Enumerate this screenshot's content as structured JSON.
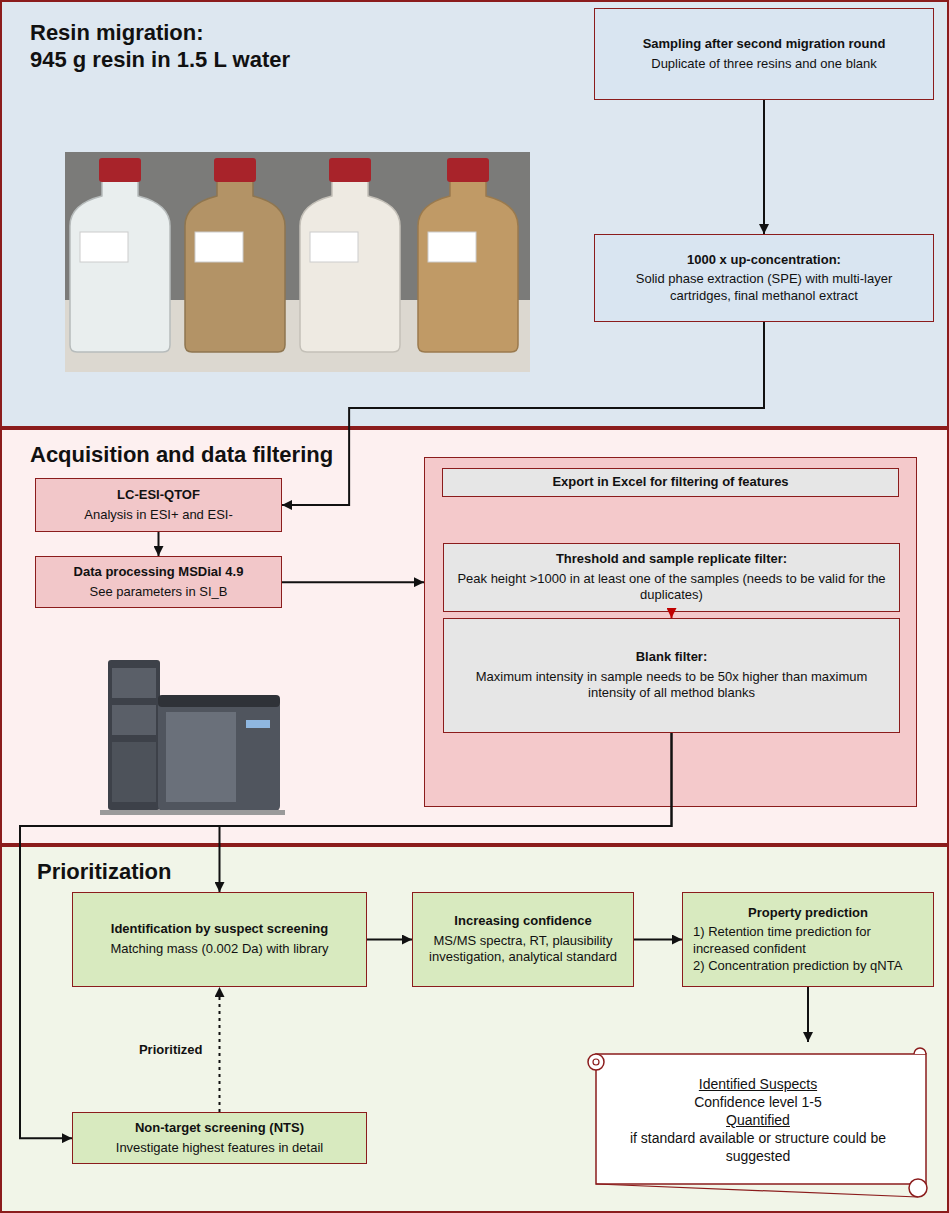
{
  "diagram": {
    "nodes": [
      {
        "text": [
          "Resin migration:",
          "945 g resin in 1.5 L water"
        ]
      },
      {
        "text": [
          "Sampling after second migration round",
          "Duplicate of three resins and one blank"
        ],
        "in": 0
      },
      {
        "text": [
          "1000 x up-concentration:",
          "Solid phase extraction (SPE) with multi-layer cartridges, final methanol extract"
        ],
        "in": 0
      },
      {
        "text": [
          "Acquisition and data filtering"
        ]
      },
      {
        "text": [
          "LC-ESI-QTOF",
          "Analysis in ESI+ and ESI-"
        ],
        "in": 3
      },
      {
        "text": [
          "Data processing MSDial 4.9",
          "See parameters in SI_B"
        ],
        "in": 3
      },
      {
        "text": [
          "Export in Excel for filtering of features"
        ],
        "in": 3
      },
      {
        "text": [
          "Threshold and sample replicate filter:",
          "Peak height >1000 in at least one of the samples (needs to be valid for the duplicates)"
        ],
        "in": 6
      },
      {
        "text": [
          "Blank filter:",
          "Maximum intensity in sample needs to be 50x higher than maximum intensity of all method blanks"
        ],
        "in": 6
      },
      {
        "text": [
          "Prioritization"
        ]
      },
      {
        "text": [
          "Identification by suspect screening",
          "Matching mass (0.002 Da) with library"
        ],
        "in": 9
      },
      {
        "text": [
          "Increasing confidence",
          "MS/MS spectra, RT, plausibility investigation, analytical standard"
        ],
        "in": 9
      },
      {
        "text": [
          "Property prediction",
          "1) Retention time prediction for increased confident",
          "2) Concentration prediction by qNTA"
        ],
        "in": 9
      },
      {
        "text": [
          "Identified Suspects",
          "Confidence level 1-5",
          "Quantified",
          "if standard available or structure could be suggested"
        ],
        "in": 9
      },
      {
        "text": [
          "Non-target screening (NTS)",
          "Investigate highest features in detail"
        ],
        "in": 9
      }
    ],
    "edges": [
      {
        "from": 1,
        "to": 2,
        "arrow": "to"
      },
      {
        "from": 2,
        "to": 4,
        "arrow": "to"
      },
      {
        "from": 4,
        "to": 5,
        "arrow": "to"
      },
      {
        "from": 5,
        "to": 6,
        "arrow": "to"
      },
      {
        "from": 7,
        "to": 8,
        "arrow": "to"
      },
      {
        "from": 8,
        "to": 10,
        "arrow": "to"
      },
      {
        "from": 8,
        "to": 14,
        "arrow": "to"
      },
      {
        "from": 14,
        "to": 10,
        "label": "Prioritized",
        "arrow": "to"
      },
      {
        "from": 10,
        "to": 11,
        "arrow": "to"
      },
      {
        "from": 11,
        "to": 12,
        "arrow": "to"
      },
      {
        "from": 12,
        "to": 13,
        "arrow": "to"
      }
    ]
  }
}
